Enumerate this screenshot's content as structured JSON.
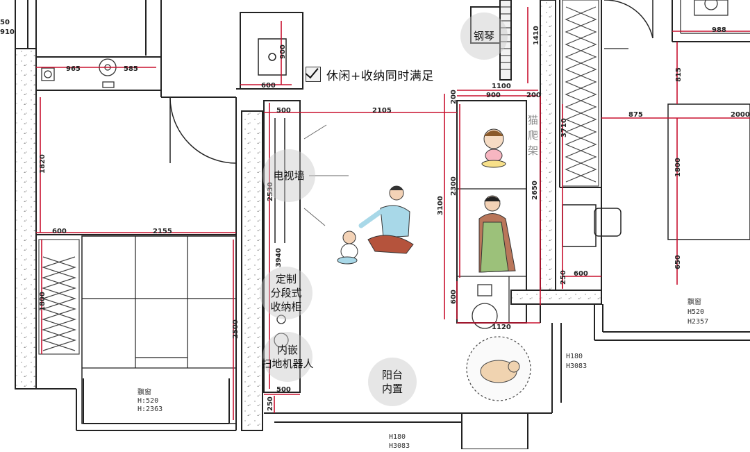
{
  "headline": "休闲+收纳同时满足",
  "labels": {
    "piano": "钢琴",
    "tv_wall": "电视墙",
    "cabinet": [
      "定制",
      "分段式",
      "收纳柜"
    ],
    "robot": [
      "内嵌",
      "扫地机器人"
    ],
    "balcony": [
      "阳台",
      "内置"
    ],
    "climbing_frame": [
      "猫",
      "爬",
      "架"
    ]
  },
  "dimensions": {
    "d965": "965",
    "d585": "585",
    "d600_top": "600",
    "d900_top": "900",
    "d1100": "1100",
    "d900": "900",
    "d200_top": "200",
    "d1410": "1410",
    "d815": "815",
    "d988": "988",
    "d875": "875",
    "d2000": "2000",
    "d500_top": "500",
    "d2105": "2105",
    "d1820": "1820",
    "d600_left": "600",
    "d2155": "2155",
    "d2530": "2530",
    "d3940": "3940",
    "d2500": "2500",
    "d1800_left": "1800",
    "d500_bot": "500",
    "d250_bot": "250",
    "d3100": "3100",
    "d2300": "2300",
    "d2650": "2650",
    "d200_left": "200",
    "d600_cab": "600",
    "d1120": "1120",
    "d3710": "3710",
    "d1800_right": "1800",
    "d650": "650",
    "d600_desk": "600",
    "d250_right": "250",
    "d50": "50",
    "d910": "910"
  },
  "notes": {
    "bay_left_title": "飘窗",
    "bay_left_h": "H:520",
    "bay_left_h2": "H:2363",
    "bay_right_title": "飘窗",
    "bay_right_h": "H520",
    "bay_right_h2": "H2357",
    "sill_bottom_h": "H180",
    "sill_bottom_h2": "H3083",
    "sill_right_h": "H180",
    "sill_right_h2": "H3083"
  },
  "colors": {
    "wall": "#222222",
    "dimension": "#c8102e",
    "bubble": "#c8c8c8",
    "apron": "#9cc17a",
    "shirt": "#a8d8e8",
    "pants": "#b5533c"
  }
}
